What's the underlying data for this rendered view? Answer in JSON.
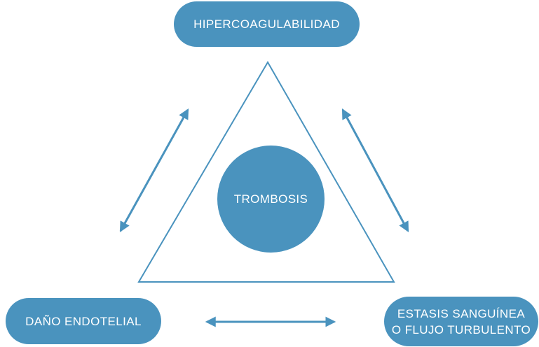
{
  "colors": {
    "primary": "#4a93be",
    "text_on_primary": "#ffffff",
    "background": "#ffffff"
  },
  "diagram": {
    "center": {
      "label": "TROMBOSIS"
    },
    "nodes": {
      "top": {
        "label": "HIPERCOAGULABILIDAD"
      },
      "bottom_left": {
        "label": "DAÑO ENDOTELIAL"
      },
      "bottom_right": {
        "label_line1": "ESTASIS SANGUÍNEA",
        "label_line2": "O FLUJO TURBULENTO"
      }
    }
  }
}
